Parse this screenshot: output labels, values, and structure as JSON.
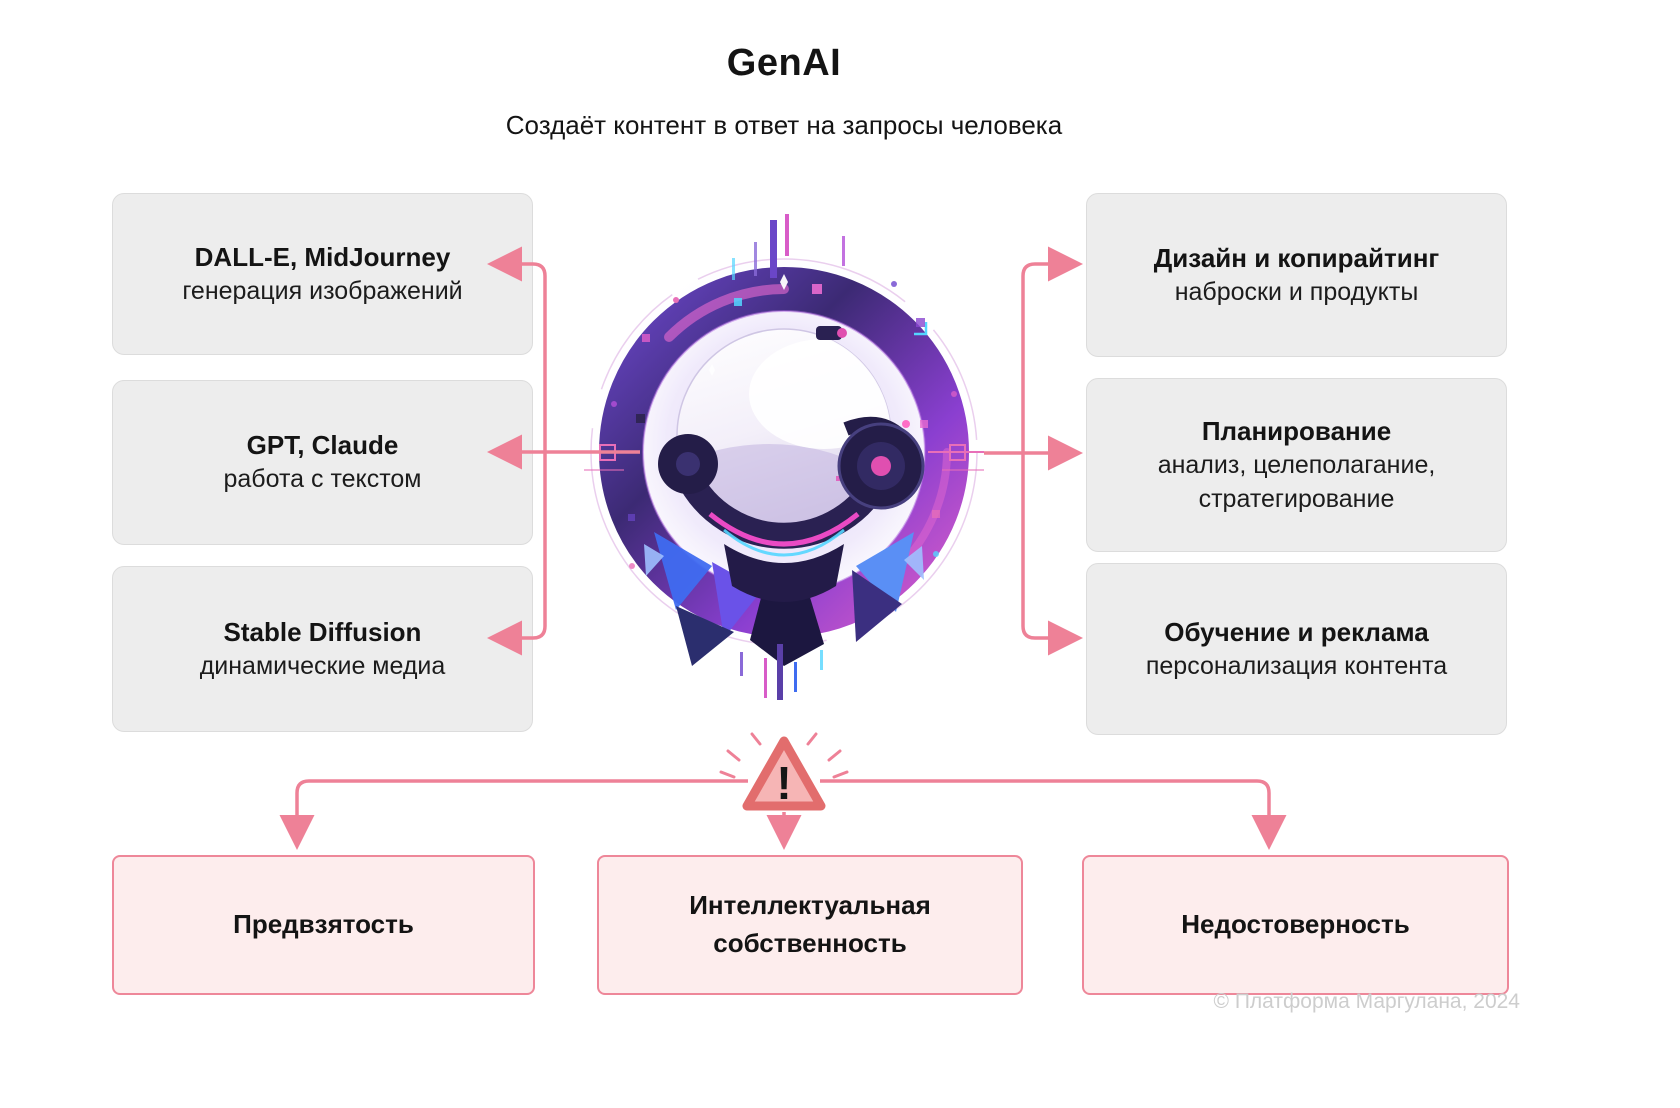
{
  "page": {
    "title": "GenAI",
    "subtitle": "Создаёт контент в ответ на запросы человека",
    "footer": "© Платформа Маргулана, 2024"
  },
  "tools": [
    {
      "title": "DALL-E, MidJourney",
      "subtitle": "генерация изображений"
    },
    {
      "title": "GPT, Claude",
      "subtitle": "работа с текстом"
    },
    {
      "title": "Stable Diffusion",
      "subtitle": "динамические медиа"
    }
  ],
  "applications": [
    {
      "title": "Дизайн и копирайтинг",
      "subtitle": "наброски и продукты"
    },
    {
      "title": "Планирование",
      "subtitle": "анализ, целеполагание, стратегирование"
    },
    {
      "title": "Обучение и реклама",
      "subtitle": "персонализация контента"
    }
  ],
  "risks": [
    {
      "label": "Предвзятость"
    },
    {
      "label": "Интеллектуальная собственность"
    },
    {
      "label": "Недостоверность"
    }
  ],
  "icons": {
    "warning_glyph": "!"
  },
  "colors": {
    "accent_pink": "#ee8197",
    "gray_box_bg": "#ededed",
    "gray_box_border": "#dcdcdc",
    "risk_box_bg": "#fdeded",
    "risk_box_border": "#ee8799",
    "warning_fill": "#f6b5b5",
    "warning_border": "#e26d6d"
  }
}
